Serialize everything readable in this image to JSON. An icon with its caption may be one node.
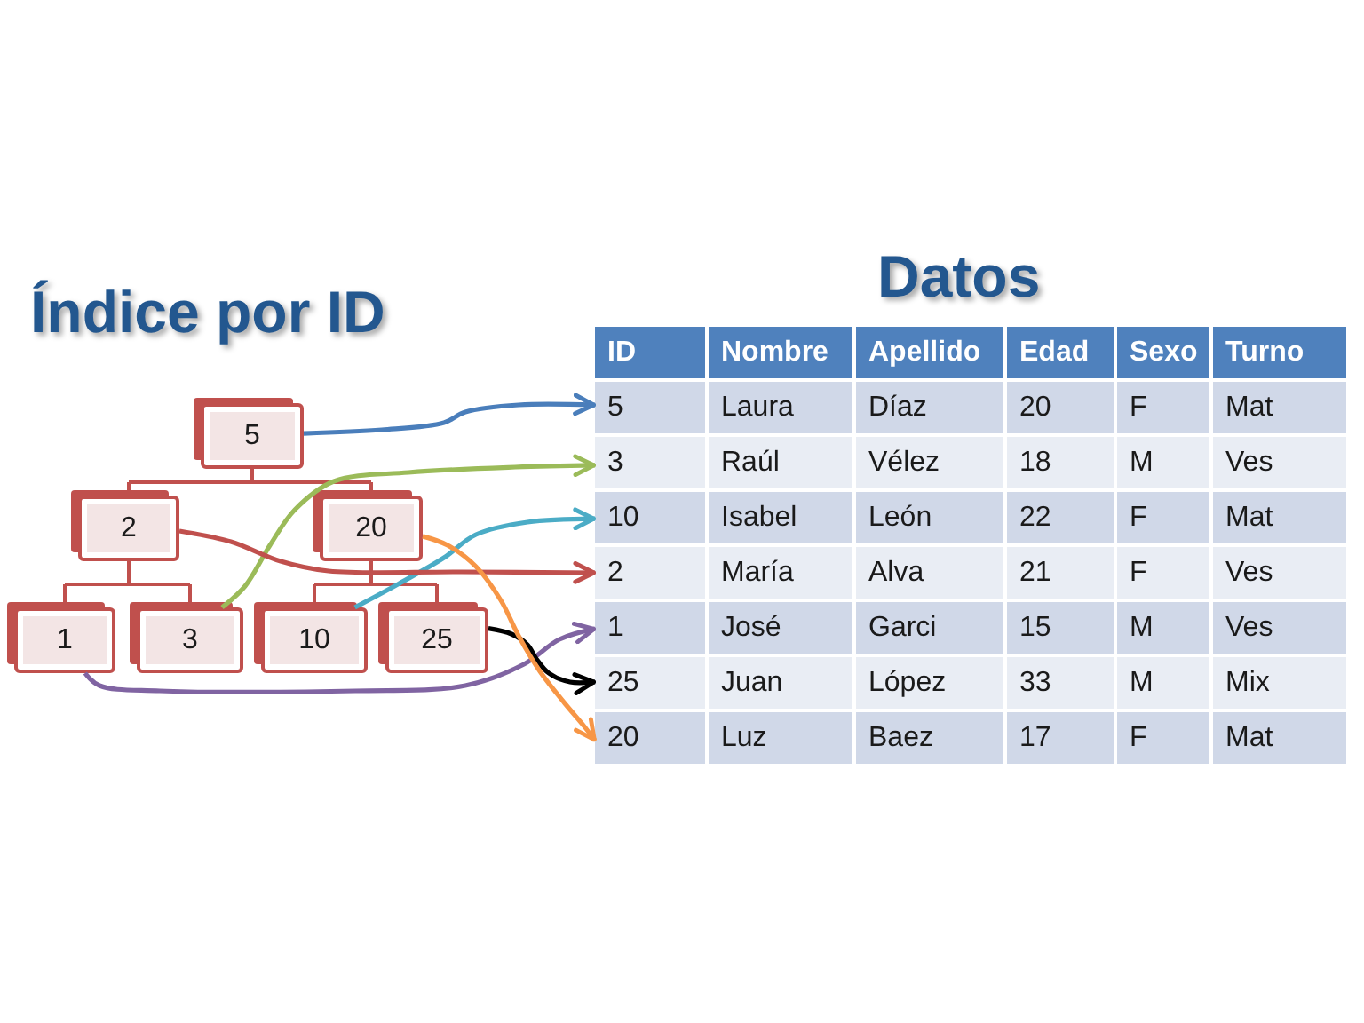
{
  "diagram": {
    "nodes": [
      {
        "text": [
          "5"
        ]
      },
      {
        "text": [
          "2"
        ]
      },
      {
        "text": [
          "20"
        ]
      },
      {
        "text": [
          "1"
        ]
      },
      {
        "text": [
          "3"
        ]
      },
      {
        "text": [
          "10"
        ]
      },
      {
        "text": [
          "25"
        ]
      },
      {
        "text": [
          "5",
          "Laura",
          "Díaz",
          "20",
          "F",
          "Mat"
        ]
      },
      {
        "text": [
          "3",
          "Raúl",
          "Vélez",
          "18",
          "M",
          "Ves"
        ]
      },
      {
        "text": [
          "10",
          "Isabel",
          "León",
          "22",
          "F",
          "Mat"
        ]
      },
      {
        "text": [
          "2",
          "María",
          "Alva",
          "21",
          "F",
          "Ves"
        ]
      },
      {
        "text": [
          "1",
          "José",
          "Garci",
          "15",
          "M",
          "Ves"
        ]
      },
      {
        "text": [
          "25",
          "Juan",
          "López",
          "33",
          "M",
          "Mix"
        ]
      },
      {
        "text": [
          "20",
          "Luz",
          "Baez",
          "17",
          "F",
          "Mat"
        ]
      }
    ],
    "edges": [
      {
        "from": 0,
        "to": 1,
        "arrow": "none"
      },
      {
        "from": 0,
        "to": 2,
        "arrow": "none"
      },
      {
        "from": 1,
        "to": 3,
        "arrow": "none"
      },
      {
        "from": 1,
        "to": 4,
        "arrow": "none"
      },
      {
        "from": 2,
        "to": 5,
        "arrow": "none"
      },
      {
        "from": 2,
        "to": 6,
        "arrow": "none"
      },
      {
        "from": 0,
        "to": 7,
        "arrow": "to",
        "color": "#4a7ebb"
      },
      {
        "from": 4,
        "to": 8,
        "arrow": "to",
        "color": "#9bbb59"
      },
      {
        "from": 5,
        "to": 9,
        "arrow": "to",
        "color": "#4bacc6"
      },
      {
        "from": 1,
        "to": 10,
        "arrow": "to"
      },
      {
        "from": 3,
        "to": 11,
        "arrow": "to",
        "color": "#8064a2"
      },
      {
        "from": 6,
        "to": 12,
        "arrow": "to",
        "color": "#000000"
      },
      {
        "from": 2,
        "to": 13,
        "arrow": "to",
        "color": "#f79646"
      }
    ],
    "labels": [
      "Índice por ID",
      "Datos",
      "ID",
      "Nombre",
      "Apellido",
      "Edad",
      "Sexo",
      "Turno"
    ]
  }
}
